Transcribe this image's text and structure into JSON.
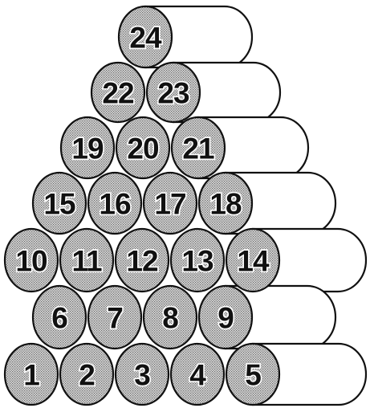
{
  "diagram": {
    "colors": {
      "outline": "#111111",
      "face_dots": "#6e6e6e",
      "face_background": "#dcdcdc",
      "background": "#ffffff"
    },
    "rows": [
      {
        "row": 1,
        "logs": [
          "1",
          "2",
          "3",
          "4",
          "5"
        ]
      },
      {
        "row": 2,
        "logs": [
          "6",
          "7",
          "8",
          "9"
        ]
      },
      {
        "row": 3,
        "logs": [
          "10",
          "11",
          "12",
          "13",
          "14"
        ]
      },
      {
        "row": 4,
        "logs": [
          "15",
          "16",
          "17",
          "18"
        ]
      },
      {
        "row": 5,
        "logs": [
          "19",
          "20",
          "21"
        ]
      },
      {
        "row": 6,
        "logs": [
          "22",
          "23"
        ]
      },
      {
        "row": 7,
        "logs": [
          "24"
        ]
      }
    ]
  }
}
